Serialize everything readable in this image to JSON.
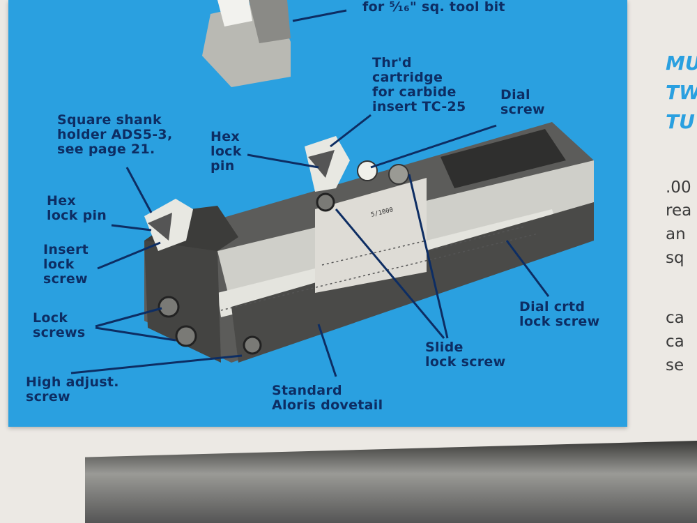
{
  "labels": {
    "tool_bit": "for ⁵⁄₁₆\" sq. tool bit",
    "cartridge": "Thr'd\ncartridge\nfor carbide\ninsert TC-25",
    "dial_screw": "Dial\nscrew",
    "square_shank": "Square shank\nholder ADS5-3,\nsee page 21.",
    "hex_lock_pin_top": "Hex\nlock\npin",
    "hex_lock_pin": "Hex\nlock pin",
    "insert_lock_screw": "Insert\nlock\nscrew",
    "lock_screws": "Lock\nscrews",
    "high_adjust": "High adjust.\nscrew",
    "dovetail": "Standard\nAloris dovetail",
    "slide_lock": "Slide\nlock screw",
    "dial_crtd": "Dial crtd\nlock screw"
  },
  "scale_text": "5/1000",
  "right_column": {
    "heading": [
      "MU",
      "TW",
      "TU"
    ],
    "body": [
      ".00",
      "rea",
      "an",
      "sq",
      "",
      "ca",
      "ca",
      "se"
    ]
  },
  "colors": {
    "panel": "#2aa0e0",
    "label": "#0d2d63",
    "page": "#ece9e4"
  }
}
